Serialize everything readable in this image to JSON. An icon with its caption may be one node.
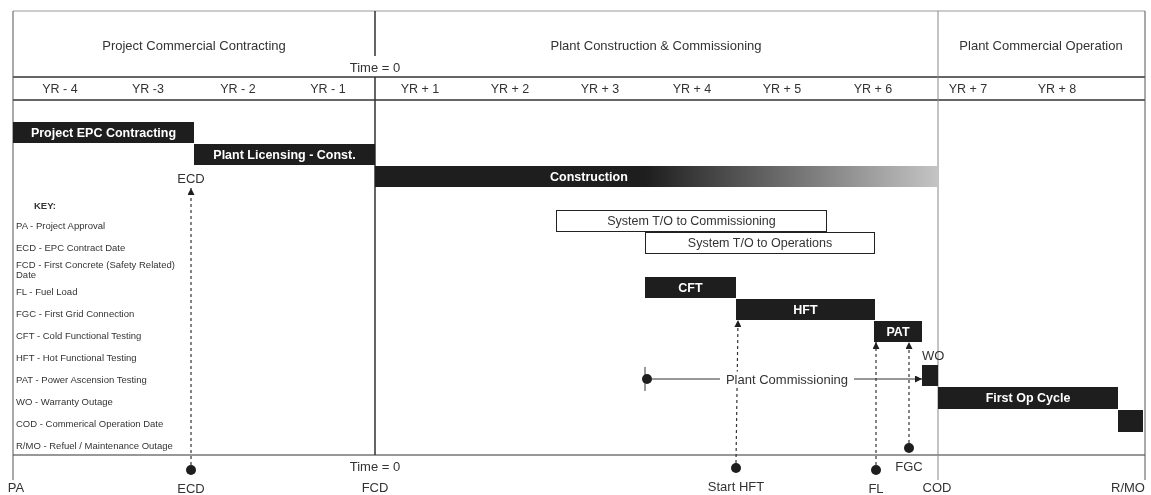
{
  "diagram": {
    "nodes": [
      {
        "text": [
          "Project EPC Contracting"
        ]
      },
      {
        "text": [
          "Plant Licensing - Const."
        ]
      },
      {
        "text": [
          "ECD"
        ]
      },
      {
        "text": [
          "Construction"
        ]
      },
      {
        "text": [
          "System T/O to Commissioning"
        ]
      },
      {
        "text": [
          "System T/O to Operations"
        ]
      },
      {
        "text": [
          "CFT"
        ]
      },
      {
        "text": [
          "HFT"
        ]
      },
      {
        "text": [
          "PAT"
        ]
      },
      {
        "text": [
          "WO"
        ]
      },
      {
        "text": [],
        "shape": "circle"
      },
      {
        "text": [
          "First Op Cycle"
        ]
      },
      {
        "text": [],
        "shape": "bar"
      },
      {
        "text": [],
        "shape": "circle",
        "beside": [
          "FGC"
        ]
      },
      {
        "text": [],
        "shape": "circle",
        "beside": [
          "ECD"
        ]
      },
      {
        "text": [],
        "shape": "circle",
        "beside": [
          "Start HFT"
        ]
      },
      {
        "text": [],
        "shape": "circle",
        "beside": [
          "FL"
        ]
      }
    ],
    "edges": [
      {
        "from": 14,
        "to": 2,
        "arrow": "to",
        "style": "dashed"
      },
      {
        "from": 15,
        "to": 7,
        "arrow": "to",
        "style": "dashed"
      },
      {
        "from": 16,
        "to": 8,
        "arrow": "to",
        "style": "dashed"
      },
      {
        "from": 13,
        "to": 8,
        "arrow": "to",
        "style": "dashed"
      },
      {
        "from": 10,
        "to": 9,
        "arrow": "to",
        "label": "Plant Commissioning"
      }
    ],
    "labels": [
      "Project Commercial Contracting",
      "Plant Construction & Commissioning",
      "Plant Commercial Operation",
      "Time = 0",
      "YR - 4",
      "YR -3",
      "YR - 2",
      "YR - 1",
      "YR + 1",
      "YR + 2",
      "YR + 3",
      "YR + 4",
      "YR + 5",
      "YR + 6",
      "YR + 7",
      "YR + 8",
      "KEY:",
      "PA - Project Approval",
      "ECD - EPC Contract Date",
      "FCD - First Concrete (Safety Related) Date",
      "FL - Fuel Load",
      "FGC - First Grid Connection",
      "CFT - Cold Functional Testing",
      "HFT - Hot Functional Testing",
      "PAT - Power Ascension Testing",
      "WO - Warranty Outage",
      "COD - Commerical Operation Date",
      "R/MO - Refuel / Maintenance Outage",
      "Time = 0",
      "PA",
      "FCD",
      "COD",
      "R/MO"
    ]
  }
}
